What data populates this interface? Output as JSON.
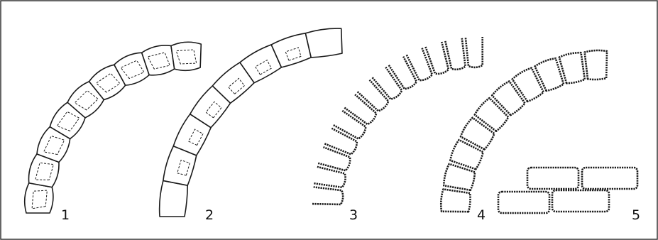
{
  "figure": {
    "border_color": "#333333",
    "line_color": "#1a1a1a",
    "panels": [
      {
        "number": "1"
      },
      {
        "number": "2"
      },
      {
        "number": "3"
      },
      {
        "number": "4"
      },
      {
        "number": "5"
      }
    ]
  }
}
